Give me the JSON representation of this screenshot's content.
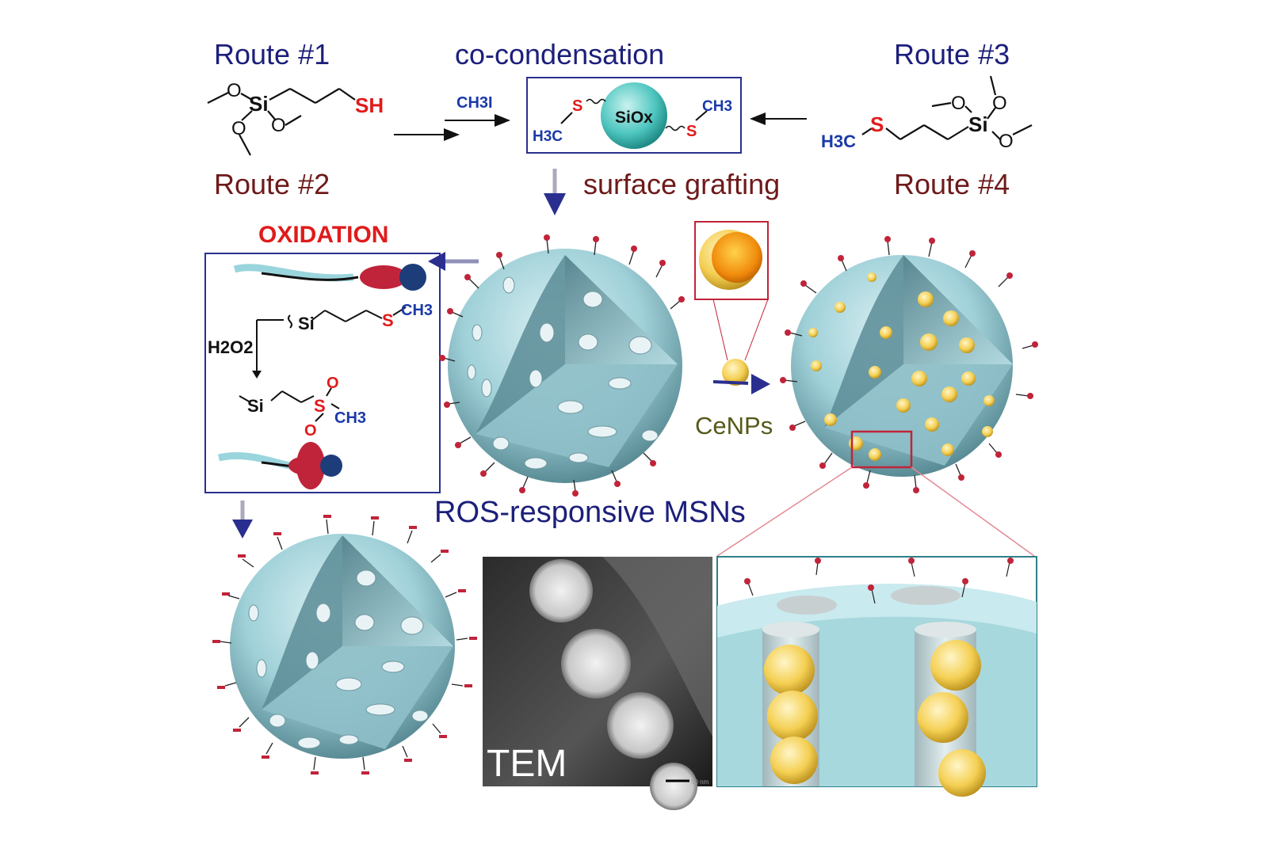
{
  "labels": {
    "route1": "Route #1",
    "route2": "Route #2",
    "route3": "Route #3",
    "route4": "Route #4",
    "co_condensation": "co-condensation",
    "surface_grafting": "surface grafting",
    "oxidation": "OXIDATION",
    "cenps": "CeNPs",
    "ros_msns": "ROS-responsive MSNs",
    "tem": "TEM",
    "scale_bar": "50 nm"
  },
  "chem": {
    "ch3i": "CH3I",
    "siox": "SiOx",
    "h2o2": "H2O2",
    "sh": "SH",
    "s": "S",
    "o": "O",
    "si": "Si",
    "ch3": "CH3",
    "h3c": "H3C"
  },
  "colors": {
    "route_blue": "#1c1f7a",
    "route_red": "#6e1a1a",
    "accent_red": "#e01b1b",
    "chem_blue": "#1a3aa8",
    "sphere_teal": "#9fd0d8",
    "box_blue": "#2a2f8f",
    "box_red": "#c0243a",
    "cenp_yellow": "#f4cf52",
    "cenps_olive": "#56591a"
  }
}
